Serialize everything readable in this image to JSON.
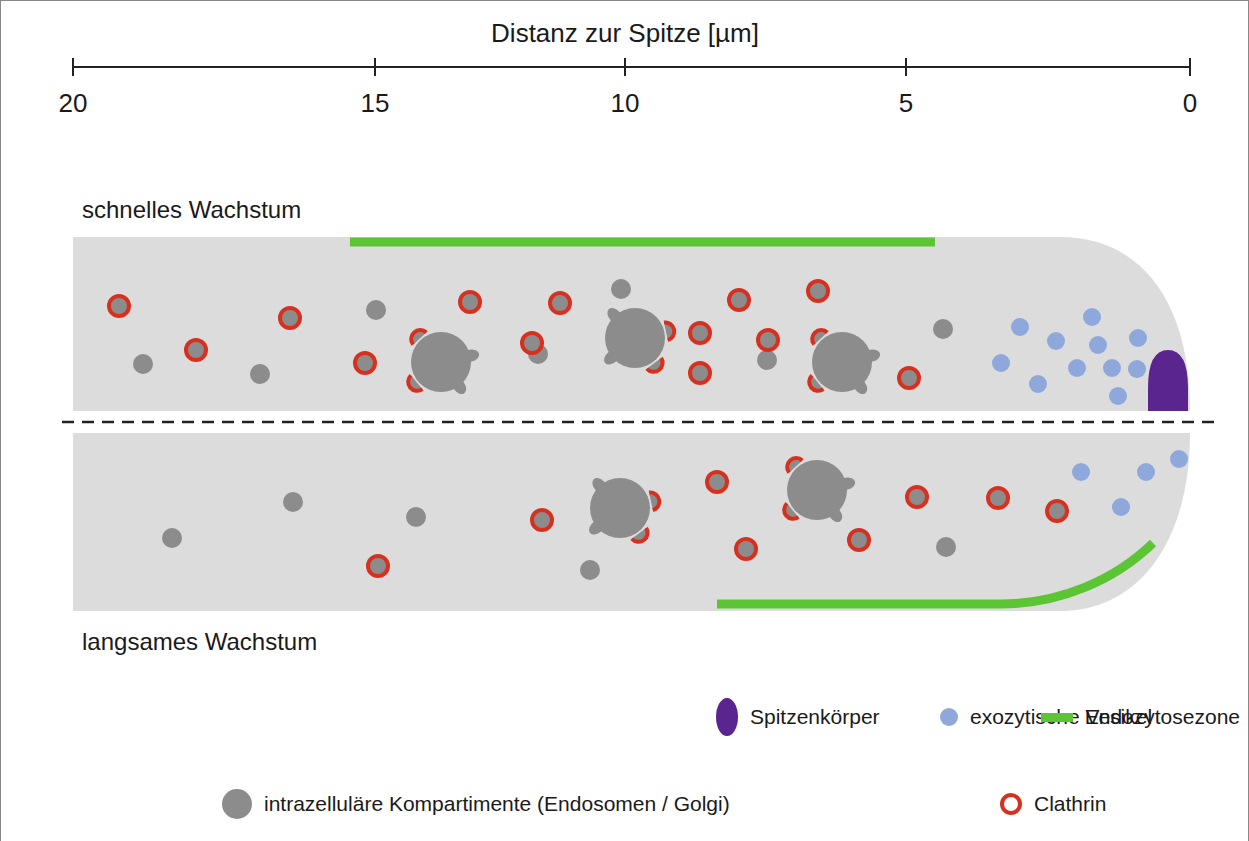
{
  "diagram": {
    "labels": [
      "Distanz zur Spitze [µm]",
      "20",
      "15",
      "10",
      "5",
      "0",
      "schnelles Wachstum",
      "langsames Wachstum"
    ],
    "legend": [
      {
        "text": "Spitzenkörper",
        "color": "#5b2590"
      },
      {
        "text": "exozytische Vesikel",
        "color": "#8fa8dc"
      },
      {
        "text": "Endozytosezone",
        "color": "#5cc534"
      },
      {
        "text": "intrazelluläre Kompartimente (Endosomen / Golgi)",
        "color": "#8c8c8c"
      },
      {
        "text": "Clathrin"
      }
    ]
  }
}
